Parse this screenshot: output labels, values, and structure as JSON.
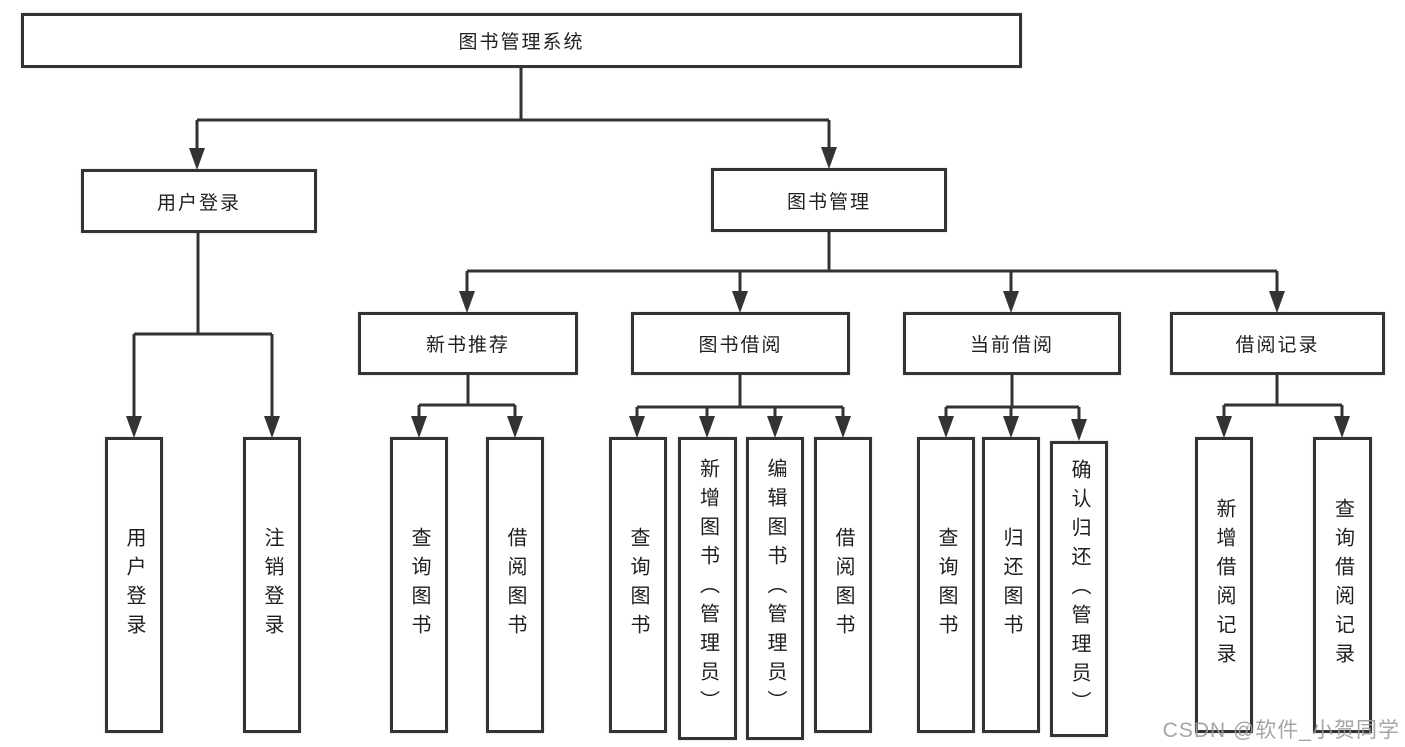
{
  "nodes": {
    "root": "图书管理系统",
    "user_login": "用户登录",
    "book_management": "图书管理",
    "new_book_recommend": "新书推荐",
    "book_borrow": "图书借阅",
    "current_borrow": "当前借阅",
    "borrow_records": "借阅记录",
    "leaf_user_login": "用户登录",
    "leaf_logout_login": "注销登录",
    "leaf_query_book_a": "查询图书",
    "leaf_borrow_book_a": "借阅图书",
    "leaf_query_book_b": "查询图书",
    "leaf_add_book_admin": "新增图书（管理员）",
    "leaf_edit_book_admin": "编辑图书（管理员）",
    "leaf_borrow_book_b": "借阅图书",
    "leaf_query_book_c": "查询图书",
    "leaf_return_book": "归还图书",
    "leaf_confirm_return_admin": "确认归还（管理员）",
    "leaf_add_borrow_record": "新增借阅记录",
    "leaf_query_borrow_record": "查询借阅记录"
  },
  "watermark": "CSDN @软件_小贺同学",
  "colors": {
    "line": "#333333",
    "box_border": "#333333",
    "box_fill": "#ffffff",
    "text": "#1f1f1f",
    "watermark": "#9b9b9b",
    "background": "#ffffff"
  }
}
